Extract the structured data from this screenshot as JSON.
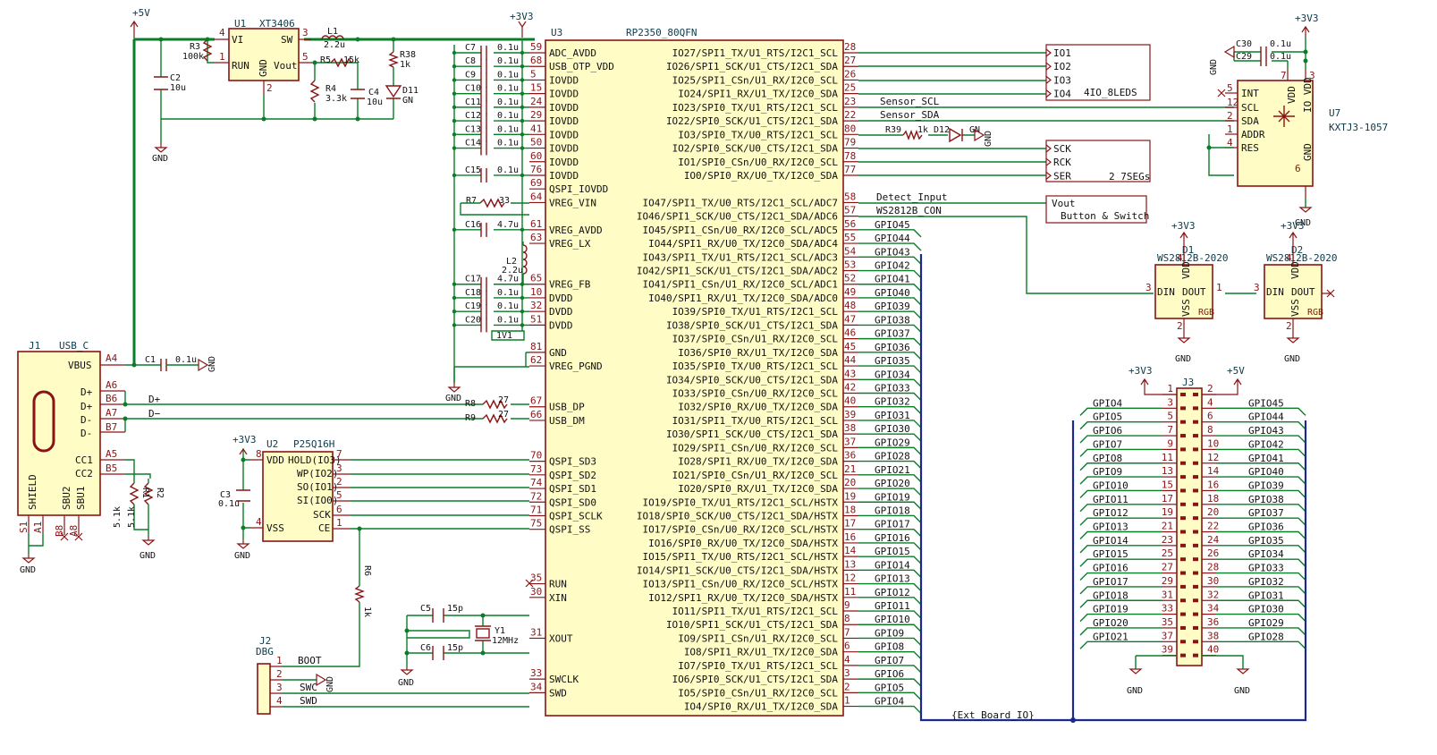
{
  "u3": {
    "ref": "U3",
    "value": "RP2350_80QFN",
    "left_pins": [
      {
        "name": "ADC_AVDD",
        "num": "59"
      },
      {
        "name": "USB_OTP_VDD",
        "num": "68"
      },
      {
        "name": "IOVDD",
        "num": "5"
      },
      {
        "name": "IOVDD",
        "num": "15"
      },
      {
        "name": "IOVDD",
        "num": "24"
      },
      {
        "name": "IOVDD",
        "num": "29"
      },
      {
        "name": "IOVDD",
        "num": "41"
      },
      {
        "name": "IOVDD",
        "num": "50"
      },
      {
        "name": "IOVDD",
        "num": "60"
      },
      {
        "name": "IOVDD",
        "num": "76"
      },
      {
        "name": "QSPI_IOVDD",
        "num": "69"
      },
      {
        "name": "VREG_VIN",
        "num": "64"
      },
      {
        "name": "",
        "num": ""
      },
      {
        "name": "VREG_AVDD",
        "num": "61"
      },
      {
        "name": "VREG_LX",
        "num": "63"
      },
      {
        "name": "",
        "num": ""
      },
      {
        "name": "",
        "num": ""
      },
      {
        "name": "VREG_FB",
        "num": "65"
      },
      {
        "name": "DVDD",
        "num": "10"
      },
      {
        "name": "DVDD",
        "num": "32"
      },
      {
        "name": "DVDD",
        "num": "51"
      },
      {
        "name": "",
        "num": ""
      },
      {
        "name": "GND",
        "num": "81"
      },
      {
        "name": "VREG_PGND",
        "num": "62"
      },
      {
        "name": "",
        "num": ""
      },
      {
        "name": "",
        "num": ""
      },
      {
        "name": "USB_DP",
        "num": "67"
      },
      {
        "name": "USB_DM",
        "num": "66"
      },
      {
        "name": "",
        "num": ""
      },
      {
        "name": "",
        "num": ""
      },
      {
        "name": "QSPI_SD3",
        "num": "70"
      },
      {
        "name": "QSPI_SD2",
        "num": "73"
      },
      {
        "name": "QSPI_SD1",
        "num": "74"
      },
      {
        "name": "QSPI_SD0",
        "num": "72"
      },
      {
        "name": "QSPI_SCLK",
        "num": "71"
      },
      {
        "name": "QSPI_SS",
        "num": "75"
      },
      {
        "name": "",
        "num": ""
      },
      {
        "name": "",
        "num": ""
      },
      {
        "name": "",
        "num": ""
      },
      {
        "name": "RUN",
        "num": "35"
      },
      {
        "name": "XIN",
        "num": "30"
      },
      {
        "name": "",
        "num": ""
      },
      {
        "name": "",
        "num": ""
      },
      {
        "name": "XOUT",
        "num": "31"
      },
      {
        "name": "",
        "num": ""
      },
      {
        "name": "",
        "num": ""
      },
      {
        "name": "SWCLK",
        "num": "33"
      },
      {
        "name": "SWD",
        "num": "34"
      }
    ],
    "right_pins": [
      {
        "name": "IO27/SPI1_TX/U1_RTS/I2C1_SCL",
        "num": "28",
        "net": ""
      },
      {
        "name": "IO26/SPI1_SCK/U1_CTS/I2C1_SDA",
        "num": "27",
        "net": ""
      },
      {
        "name": "IO25/SPI1_CSn/U1_RX/I2C0_SCL",
        "num": "26",
        "net": ""
      },
      {
        "name": "IO24/SPI1_RX/U1_TX/I2C0_SDA",
        "num": "25",
        "net": ""
      },
      {
        "name": "IO23/SPI0_TX/U1_RTS/I2C1_SCL",
        "num": "23",
        "net": "Sensor_SCL"
      },
      {
        "name": "IO22/SPI0_SCK/U1_CTS/I2C1_SDA",
        "num": "22",
        "net": "Sensor_SDA"
      },
      {
        "name": "IO3/SPI0_TX/U0_RTS/I2C1_SCL",
        "num": "80",
        "net": ""
      },
      {
        "name": "IO2/SPI0_SCK/U0_CTS/I2C1_SDA",
        "num": "79",
        "net": ""
      },
      {
        "name": "IO1/SPI0_CSn/U0_RX/I2C0_SCL",
        "num": "78",
        "net": ""
      },
      {
        "name": "IO0/SPI0_RX/U0_TX/I2C0_SDA",
        "num": "77",
        "net": ""
      },
      {
        "name": "",
        "num": "",
        "net": ""
      },
      {
        "name": "IO47/SPI1_TX/U0_RTS/I2C1_SCL/ADC7",
        "num": "58",
        "net": "Detect_Input"
      },
      {
        "name": "IO46/SPI1_SCK/U0_CTS/I2C1_SDA/ADC6",
        "num": "57",
        "net": "WS2812B_CON"
      },
      {
        "name": "IO45/SPI1_CSn/U0_RX/I2C0_SCL/ADC5",
        "num": "56",
        "net": "GPIO45"
      },
      {
        "name": "IO44/SPI1_RX/U0_TX/I2C0_SDA/ADC4",
        "num": "55",
        "net": "GPIO44"
      },
      {
        "name": "IO43/SPI1_TX/U1_RTS/I2C1_SCL/ADC3",
        "num": "54",
        "net": "GPIO43"
      },
      {
        "name": "IO42/SPI1_SCK/U1_CTS/I2C1_SDA/ADC2",
        "num": "53",
        "net": "GPIO42"
      },
      {
        "name": "IO41/SPI1_CSn/U1_RX/I2C0_SCL/ADC1",
        "num": "52",
        "net": "GPIO41"
      },
      {
        "name": "IO40/SPI1_RX/U1_TX/I2C0_SDA/ADC0",
        "num": "49",
        "net": "GPIO40"
      },
      {
        "name": "IO39/SPI0_TX/U1_RTS/I2C1_SCL",
        "num": "48",
        "net": "GPIO39"
      },
      {
        "name": "IO38/SPI0_SCK/U1_CTS/I2C1_SDA",
        "num": "47",
        "net": "GPIO38"
      },
      {
        "name": "IO37/SPI0_CSn/U1_RX/I2C0_SCL",
        "num": "46",
        "net": "GPIO37"
      },
      {
        "name": "IO36/SPI0_RX/U1_TX/I2C0_SDA",
        "num": "45",
        "net": "GPIO36"
      },
      {
        "name": "IO35/SPI0_TX/U0_RTS/I2C1_SCL",
        "num": "44",
        "net": "GPIO35"
      },
      {
        "name": "IO34/SPI0_SCK/U0_CTS/I2C1_SDA",
        "num": "43",
        "net": "GPIO34"
      },
      {
        "name": "IO33/SPI0_CSn/U0_RX/I2C0_SCL",
        "num": "42",
        "net": "GPIO33"
      },
      {
        "name": "IO32/SPI0_RX/U0_TX/I2C0_SDA",
        "num": "40",
        "net": "GPIO32"
      },
      {
        "name": "IO31/SPI1_TX/U0_RTS/I2C1_SCL",
        "num": "39",
        "net": "GPIO31"
      },
      {
        "name": "IO30/SPI1_SCK/U0_CTS/I2C1_SDA",
        "num": "38",
        "net": "GPIO30"
      },
      {
        "name": "IO29/SPI1_CSn/U0_RX/I2C0_SCL",
        "num": "37",
        "net": "GPIO29"
      },
      {
        "name": "IO28/SPI1_RX/U0_TX/I2C0_SDA",
        "num": "36",
        "net": "GPIO28"
      },
      {
        "name": "IO21/SPI0_CSn/U1_RX/I2C0_SCL",
        "num": "21",
        "net": "GPIO21"
      },
      {
        "name": "IO20/SPI0_RX/U1_TX/I2C0_SDA",
        "num": "20",
        "net": "GPIO20"
      },
      {
        "name": "IO19/SPI0_TX/U1_RTS/I2C1_SCL/HSTX",
        "num": "19",
        "net": "GPIO19"
      },
      {
        "name": "IO18/SPI0_SCK/U0_CTS/I2C1_SDA/HSTX",
        "num": "18",
        "net": "GPIO18"
      },
      {
        "name": "IO17/SPI0_CSn/U0_RX/I2C0_SCL/HSTX",
        "num": "17",
        "net": "GPIO17"
      },
      {
        "name": "IO16/SPI0_RX/U0_TX/I2C0_SDA/HSTX",
        "num": "16",
        "net": "GPIO16"
      },
      {
        "name": "IO15/SPI1_TX/U0_RTS/I2C1_SCL/HSTX",
        "num": "14",
        "net": "GPIO15"
      },
      {
        "name": "IO14/SPI1_SCK/U0_CTS/I2C1_SDA/HSTX",
        "num": "13",
        "net": "GPIO14"
      },
      {
        "name": "IO13/SPI1_CSn/U0_RX/I2C0_SCL/HSTX",
        "num": "12",
        "net": "GPIO13"
      },
      {
        "name": "IO12/SPI1_RX/U0_TX/I2C0_SDA/HSTX",
        "num": "11",
        "net": "GPIO12"
      },
      {
        "name": "IO11/SPI1_TX/U1_RTS/I2C1_SCL",
        "num": "9",
        "net": "GPIO11"
      },
      {
        "name": "IO10/SPI1_SCK/U1_CTS/I2C1_SDA",
        "num": "8",
        "net": "GPIO10"
      },
      {
        "name": "IO9/SPI1_CSn/U1_RX/I2C0_SCL",
        "num": "7",
        "net": "GPIO9"
      },
      {
        "name": "IO8/SPI1_RX/U1_TX/I2C0_SDA",
        "num": "6",
        "net": "GPIO8"
      },
      {
        "name": "IO7/SPI0_TX/U1_RTS/I2C1_SCL",
        "num": "4",
        "net": "GPIO7"
      },
      {
        "name": "IO6/SPI0_SCK/U1_CTS/I2C1_SDA",
        "num": "3",
        "net": "GPIO6"
      },
      {
        "name": "IO5/SPI0_CSn/U1_RX/I2C0_SCL",
        "num": "2",
        "net": "GPIO5"
      },
      {
        "name": "IO4/SPI0_RX/U1_TX/I2C0_SDA",
        "num": "1",
        "net": "GPIO4"
      }
    ]
  },
  "io_box": {
    "ports": [
      "IO1",
      "IO2",
      "IO3",
      "IO4"
    ],
    "label": "4IO_8LEDS"
  },
  "seg_box": {
    "ports": [
      "SCK",
      "RCK",
      "SER"
    ],
    "label": "2 7SEGs"
  },
  "btn_box": {
    "port": "Vout",
    "label": "Button & Switch"
  },
  "decoupling": [
    {
      "ref": "C7",
      "val": "0.1u"
    },
    {
      "ref": "C8",
      "val": "0.1u"
    },
    {
      "ref": "C9",
      "val": "0.1u"
    },
    {
      "ref": "C10",
      "val": "0.1u"
    },
    {
      "ref": "C11",
      "val": "0.1u"
    },
    {
      "ref": "C12",
      "val": "0.1u"
    },
    {
      "ref": "C13",
      "val": "0.1u"
    },
    {
      "ref": "C14",
      "val": "0.1u"
    },
    {
      "ref": "C15",
      "val": "0.1u"
    },
    {
      "ref": "C16",
      "val": "4.7u"
    },
    {
      "ref": "C17",
      "val": "4.7u"
    },
    {
      "ref": "C18",
      "val": "0.1u"
    },
    {
      "ref": "C19",
      "val": "0.1u"
    },
    {
      "ref": "C20",
      "val": "0.1u"
    }
  ],
  "misc": {
    "r7": "R7",
    "r7v": "33",
    "l2": "L2",
    "l2v": "2.2u",
    "v1v1": "1V1",
    "gnd": "GND",
    "p3v3": "+3V3",
    "p5v": "+5V",
    "r8": "R8",
    "r8v": "27",
    "r9": "R9",
    "r9v": "27",
    "dp": "D+",
    "dm": "D−",
    "r39": "R39",
    "r39v": "1k",
    "d12": "D12",
    "gn": "GN"
  },
  "u1": {
    "ref": "U1",
    "value": "XT3406",
    "vi": "VI",
    "sw": "SW",
    "run": "RUN",
    "gnd": "GND",
    "vout": "Vout",
    "r3": "R3",
    "r3v": "100k",
    "c2": "C2",
    "c2v": "10u",
    "l1": "L1",
    "l1v": "2.2u",
    "r5": "R5",
    "r5v": "15k",
    "r4": "R4",
    "r4v": "3.3k",
    "c4": "C4",
    "c4v": "10u",
    "r38": "R38",
    "r38v": "1k",
    "d11": "D11",
    "d11v": "GN"
  },
  "j1": {
    "ref": "J1",
    "value": "USB_C",
    "vbus": "VBUS",
    "dp": "D+",
    "dm": "D-",
    "cc1": "CC1",
    "cc2": "CC2",
    "shield": "SHIELD",
    "sbu2": "SBU2",
    "sbu1": "SBU1",
    "c1": "C1",
    "c1v": "0.1u",
    "r1": "R1",
    "r1v": "5.1k",
    "r2": "R2",
    "r2v": "5.1k"
  },
  "u2": {
    "ref": "U2",
    "value": "P25Q16H",
    "pins": [
      "VDD",
      "HOLD(IO3)",
      "WP(IO2)",
      "SO(IO1)",
      "SI(IO0)",
      "SCK",
      "CE",
      "VSS"
    ],
    "c3": "C3",
    "c3v": "0.1u",
    "r6": "R6",
    "r6v": "1k"
  },
  "j2": {
    "ref": "J2",
    "value": "DBG",
    "pins": [
      "BOOT",
      "",
      "SWC",
      "SWD"
    ]
  },
  "y1": {
    "ref": "Y1",
    "value": "12MHz",
    "c5": "C5",
    "c5v": "15p",
    "c6": "C6",
    "c6v": "15p"
  },
  "u7": {
    "ref": "U7",
    "value": "KXTJ3-1057",
    "c30": "C30",
    "c29": "C29",
    "cv": "0.1u",
    "pins_left": [
      "INT",
      "SCL",
      "SDA",
      "ADDR",
      "RES"
    ],
    "pins_left_num": [
      "5",
      "12",
      "2",
      "1",
      "4"
    ],
    "vdd": "VDD",
    "iovdd": "IO_VDD",
    "gnd": "GND"
  },
  "d1": {
    "ref": "D1",
    "value": "WS2812B-2020",
    "din": "DIN",
    "dout": "DOUT",
    "vdd": "VDD",
    "vss": "VSS",
    "rgb": "RGB"
  },
  "d2": {
    "ref": "D2",
    "value": "WS2812B-2020",
    "din": "DIN",
    "dout": "DOUT",
    "vdd": "VDD",
    "vss": "VSS",
    "rgb": "RGB"
  },
  "j3": {
    "ref": "J3",
    "left": [
      {
        "net": "",
        "num": "1"
      },
      {
        "net": "GPIO4",
        "num": "3"
      },
      {
        "net": "GPIO5",
        "num": "5"
      },
      {
        "net": "GPIO6",
        "num": "7"
      },
      {
        "net": "GPIO7",
        "num": "9"
      },
      {
        "net": "GPIO8",
        "num": "11"
      },
      {
        "net": "GPIO9",
        "num": "13"
      },
      {
        "net": "GPIO10",
        "num": "15"
      },
      {
        "net": "GPIO11",
        "num": "17"
      },
      {
        "net": "GPIO12",
        "num": "19"
      },
      {
        "net": "GPIO13",
        "num": "21"
      },
      {
        "net": "GPIO14",
        "num": "23"
      },
      {
        "net": "GPIO15",
        "num": "25"
      },
      {
        "net": "GPIO16",
        "num": "27"
      },
      {
        "net": "GPIO17",
        "num": "29"
      },
      {
        "net": "GPIO18",
        "num": "31"
      },
      {
        "net": "GPIO19",
        "num": "33"
      },
      {
        "net": "GPIO20",
        "num": "35"
      },
      {
        "net": "GPIO21",
        "num": "37"
      },
      {
        "net": "",
        "num": "39"
      }
    ],
    "right": [
      {
        "net": "",
        "num": "2"
      },
      {
        "net": "GPIO45",
        "num": "4"
      },
      {
        "net": "GPIO44",
        "num": "6"
      },
      {
        "net": "GPIO43",
        "num": "8"
      },
      {
        "net": "GPIO42",
        "num": "10"
      },
      {
        "net": "GPIO41",
        "num": "12"
      },
      {
        "net": "GPIO40",
        "num": "14"
      },
      {
        "net": "GPIO39",
        "num": "16"
      },
      {
        "net": "GPIO38",
        "num": "18"
      },
      {
        "net": "GPIO37",
        "num": "20"
      },
      {
        "net": "GPIO36",
        "num": "22"
      },
      {
        "net": "GPIO35",
        "num": "24"
      },
      {
        "net": "GPIO34",
        "num": "26"
      },
      {
        "net": "GPIO33",
        "num": "28"
      },
      {
        "net": "GPIO32",
        "num": "30"
      },
      {
        "net": "GPIO31",
        "num": "32"
      },
      {
        "net": "GPIO30",
        "num": "34"
      },
      {
        "net": "GPIO29",
        "num": "36"
      },
      {
        "net": "GPIO28",
        "num": "38"
      },
      {
        "net": "",
        "num": "40"
      }
    ]
  },
  "bus_label": "{Ext_Board_IO}"
}
